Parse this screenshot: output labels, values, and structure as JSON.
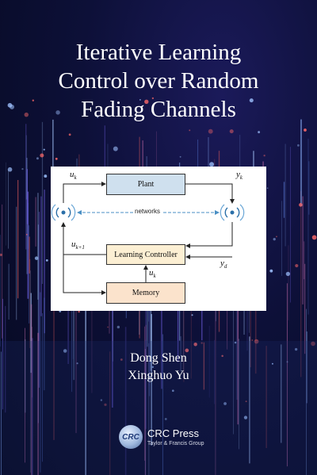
{
  "book": {
    "title_lines": [
      "Iterative Learning",
      "Control over Random",
      "Fading Channels"
    ],
    "authors": [
      "Dong Shen",
      "Xinghuo Yu"
    ]
  },
  "diagram": {
    "blocks": {
      "plant": "Plant",
      "controller": "Learning Controller",
      "memory": "Memory"
    },
    "network_label": "networks",
    "signals": {
      "u_top": {
        "base": "u",
        "sub": "k"
      },
      "y_top": {
        "base": "y",
        "sub": "k"
      },
      "u_next": {
        "base": "u",
        "sub": "k+1"
      },
      "y_desired": {
        "base": "y",
        "sub": "d"
      },
      "u_memory": {
        "base": "u",
        "sub": "k"
      }
    }
  },
  "publisher": {
    "logo_mark": "CRC",
    "name": "CRC Press",
    "tagline": "Taylor & Francis Group"
  },
  "colors": {
    "background": "#0a0d24",
    "plant_fill": "#cfe0ee",
    "controller_fill": "#fcefd3",
    "memory_fill": "#fbe3cc",
    "network_line": "#4a8fc4"
  }
}
